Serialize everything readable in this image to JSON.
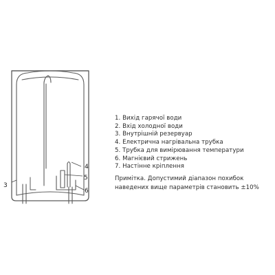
{
  "callouts": [
    "3",
    "4",
    "5",
    "6"
  ],
  "legend": [
    "1. Вихід гарячої води",
    "2. Вхід холодної води",
    "3. Внутрішній резервуар",
    "4. Електрична нагрівальна трубка",
    "5. Трубка для вимірювання температури",
    "6. Магнієвий стрижень",
    "7. Настінне кріплення"
  ],
  "note": "Примітка. Допустимий діапазон похибок наведених вище параметрів становить ±10%"
}
